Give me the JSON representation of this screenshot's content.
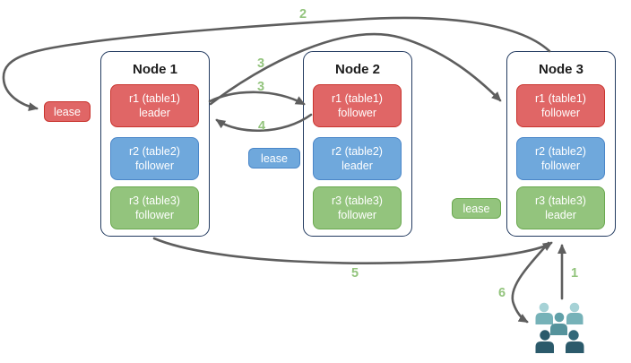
{
  "diagram": {
    "palette": {
      "red_fill": "#e06666",
      "red_border": "#c9342e",
      "blue_fill": "#6fa8dc",
      "blue_border": "#4a86c8",
      "green_fill": "#93c47d",
      "green_border": "#6aa84f",
      "node_border": "#233b60",
      "arrow_gray": "#5e5e5e",
      "step_label_green": "#93c47d",
      "users_light": "#a6d2d6",
      "users_light_body": "#76b2b8",
      "users_mid_head": "#60a0a8",
      "users_mid_body": "#55939c",
      "users_dark": "#2b5a6b"
    },
    "nodes": [
      {
        "title": "Node 1",
        "replicas": [
          {
            "name": "r1 (table1)",
            "role": "leader",
            "color": "red"
          },
          {
            "name": "r2 (table2)",
            "role": "follower",
            "color": "blue"
          },
          {
            "name": "r3 (table3)",
            "role": "follower",
            "color": "green"
          }
        ]
      },
      {
        "title": "Node 2",
        "replicas": [
          {
            "name": "r1 (table1)",
            "role": "follower",
            "color": "red"
          },
          {
            "name": "r2 (table2)",
            "role": "leader",
            "color": "blue"
          },
          {
            "name": "r3 (table3)",
            "role": "follower",
            "color": "green"
          }
        ]
      },
      {
        "title": "Node 3",
        "replicas": [
          {
            "name": "r1 (table1)",
            "role": "follower",
            "color": "red"
          },
          {
            "name": "r2 (table2)",
            "role": "follower",
            "color": "blue"
          },
          {
            "name": "r3 (table3)",
            "role": "leader",
            "color": "green"
          }
        ]
      }
    ],
    "leases": [
      {
        "label": "lease",
        "color": "red"
      },
      {
        "label": "lease",
        "color": "blue"
      },
      {
        "label": "lease",
        "color": "green"
      }
    ],
    "steps": [
      {
        "label": "1"
      },
      {
        "label": "2"
      },
      {
        "label": "3"
      },
      {
        "label": "3"
      },
      {
        "label": "4"
      },
      {
        "label": "5"
      },
      {
        "label": "6"
      }
    ]
  }
}
